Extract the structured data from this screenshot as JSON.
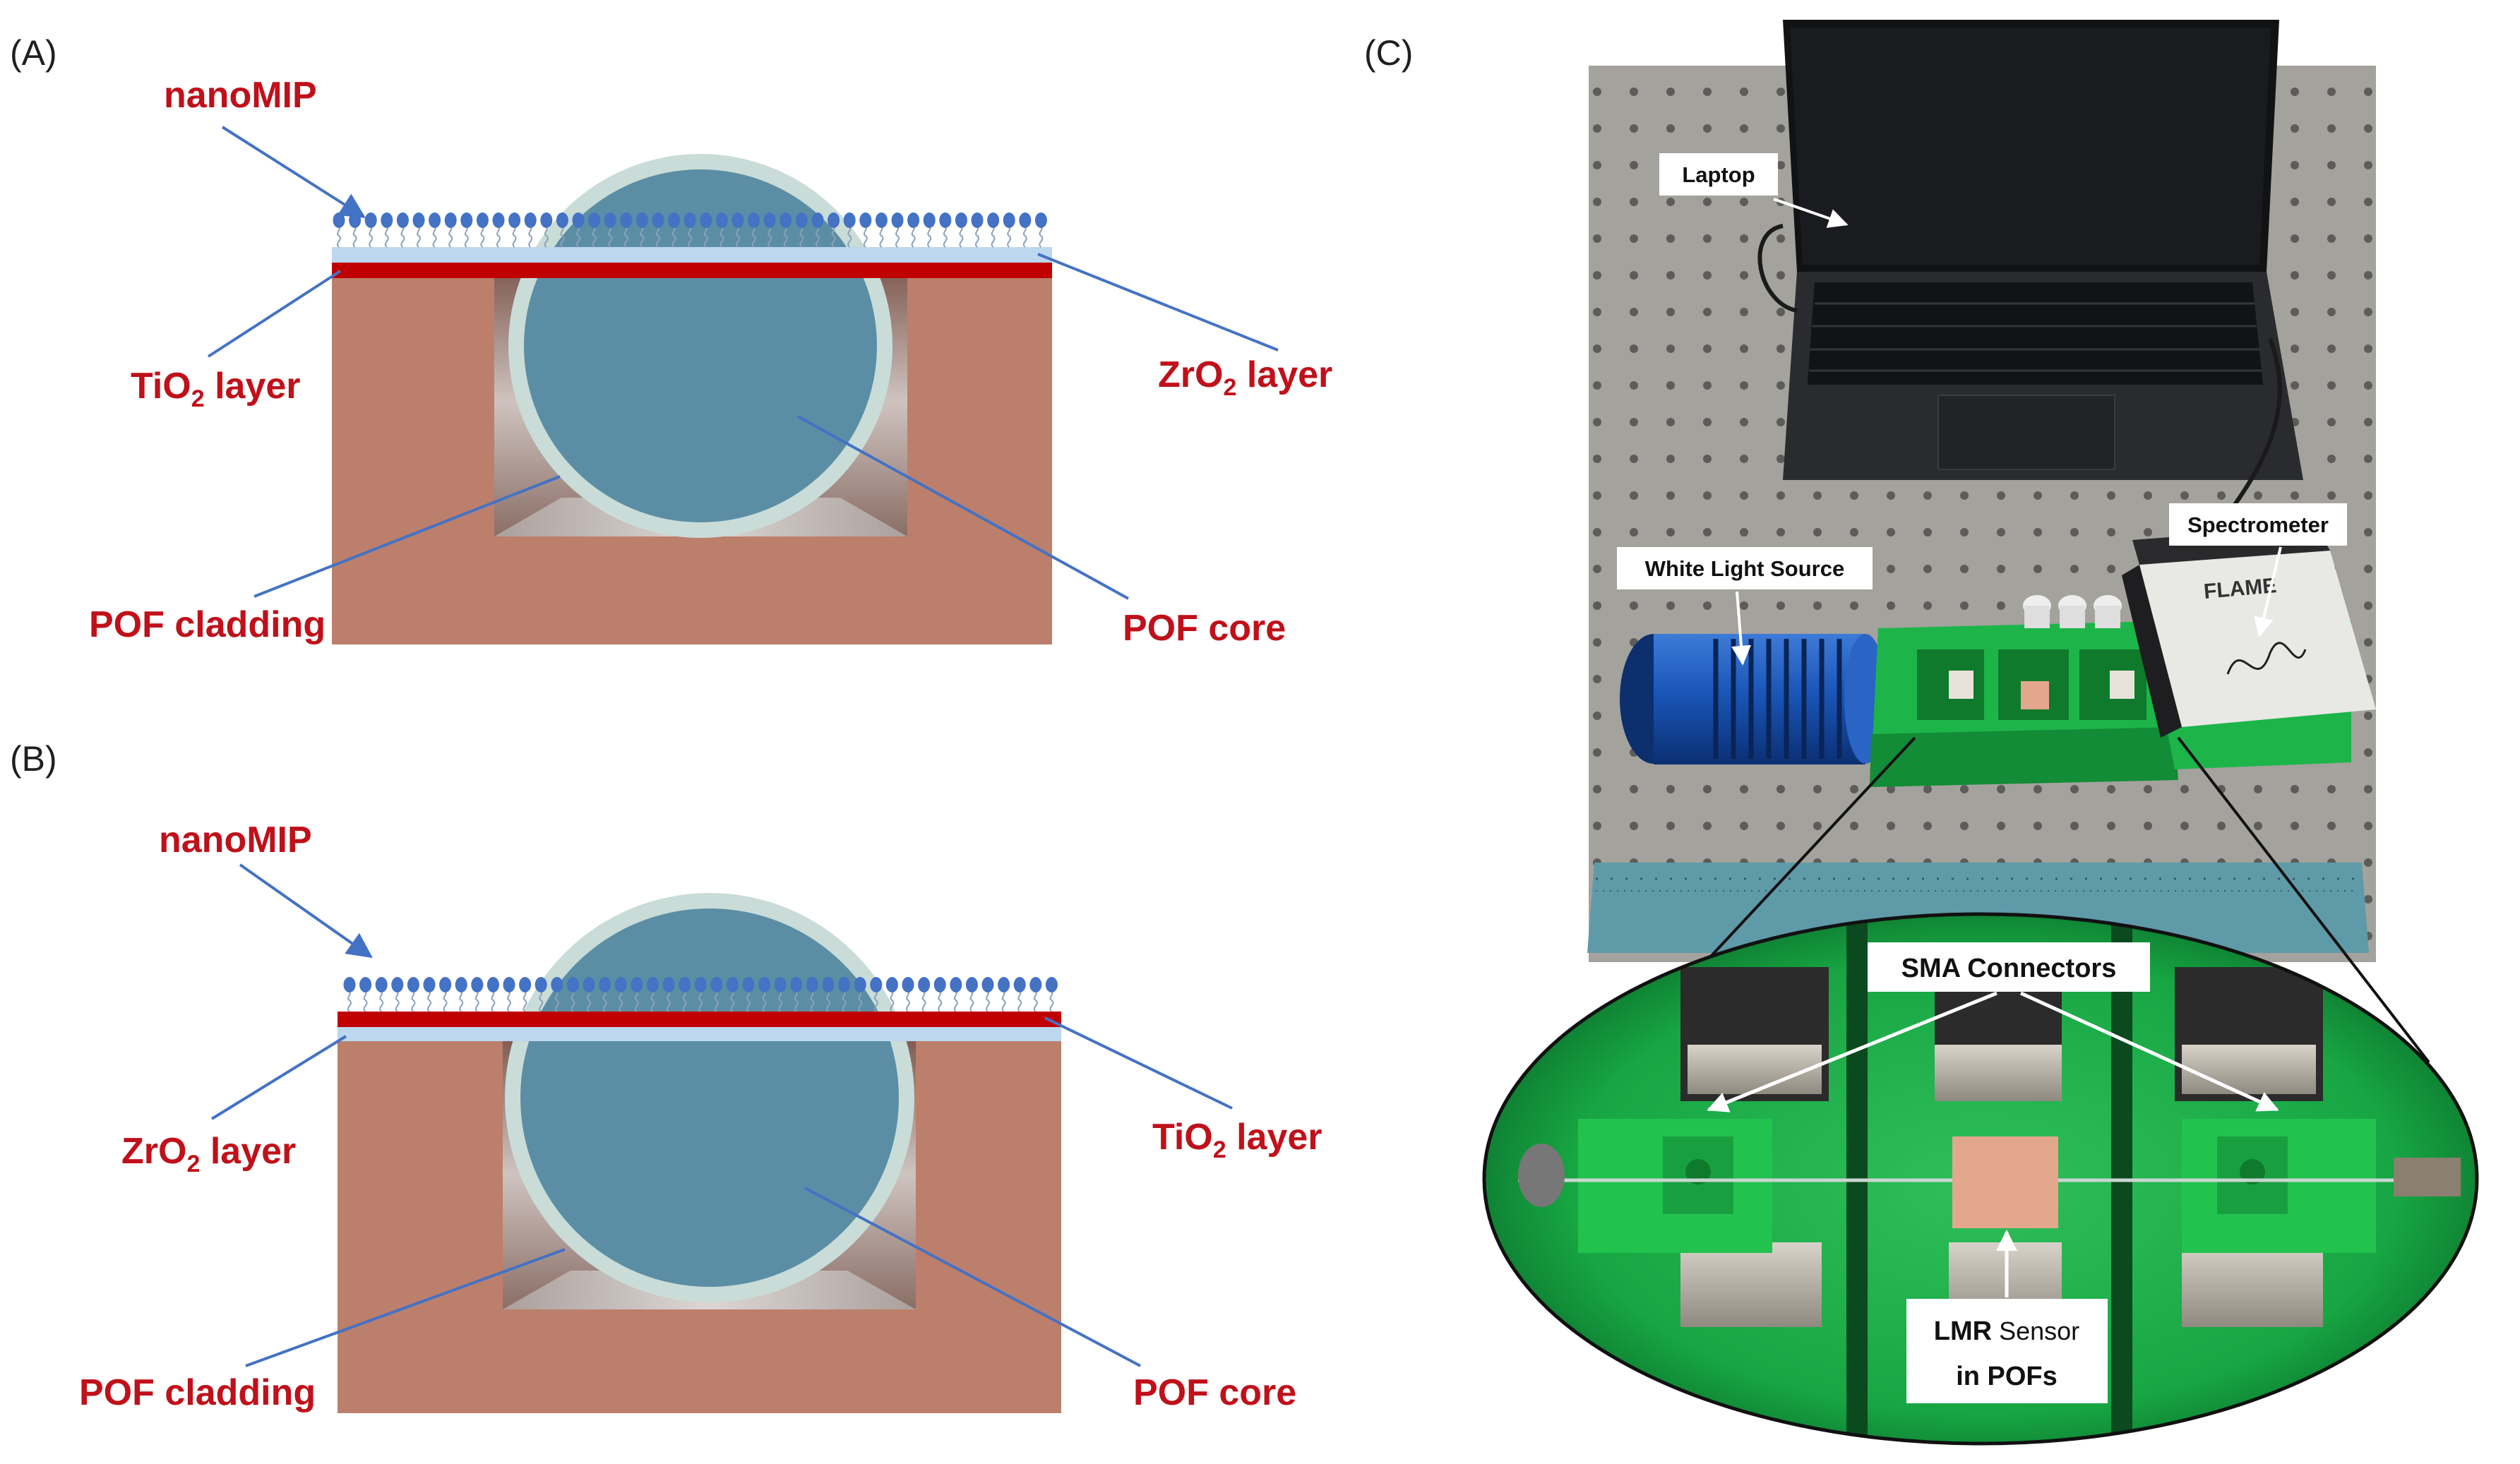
{
  "panels": {
    "A": {
      "label": "(A)",
      "nanomip": "nanoMIP",
      "left_layer": {
        "name": "TiO",
        "sub": "2",
        "rest": " layer"
      },
      "right_layer": {
        "name": "ZrO",
        "sub": "2",
        "rest": " layer"
      },
      "cladding": "POF cladding",
      "core": "POF core"
    },
    "B": {
      "label": "(B)",
      "nanomip": "nanoMIP",
      "left_layer": {
        "name": "ZrO",
        "sub": "2",
        "rest": " layer"
      },
      "right_layer": {
        "name": "TiO",
        "sub": "2",
        "rest": " layer"
      },
      "cladding": "POF cladding",
      "core": "POF core"
    },
    "C": {
      "label": "(C)",
      "callouts": {
        "laptop": "Laptop",
        "spectrometer": "Spectrometer",
        "white_light": "White Light Source",
        "sma": "SMA Connectors",
        "lmr_line1_bold": "LMR",
        "lmr_line1_rest": "Sensor",
        "lmr_line2": "in POFs"
      },
      "device_text": {
        "spectrometer_brand": "FLAME"
      }
    }
  },
  "colors": {
    "substrate": "#bc7f6c",
    "core": "#5b8ea4",
    "cladding": "#c9dcd8",
    "tio2": "#c00000",
    "zro2": "#bcd7ee",
    "mip": "#4472c4",
    "arrow": "#4472c4",
    "label_red": "#c0101a"
  }
}
